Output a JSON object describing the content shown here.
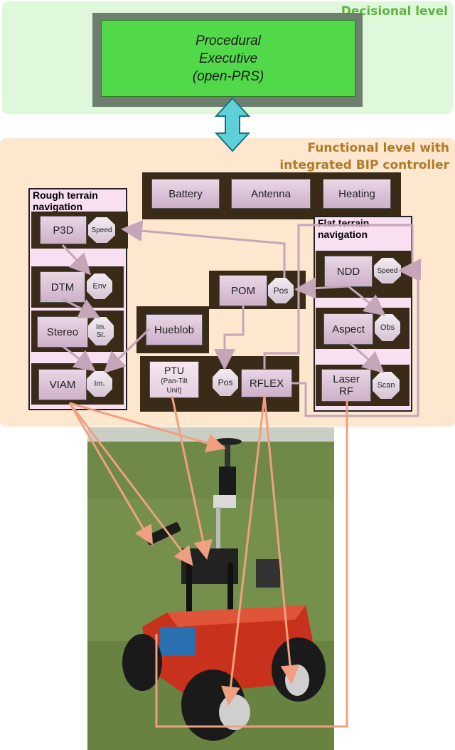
{
  "decisional": {
    "label": "Decisional level",
    "executive": [
      "Procedural",
      "Executive",
      "(open-PRS)"
    ]
  },
  "functional": {
    "label_line1": "Functional level with",
    "label_line2": "integrated BIP controller"
  },
  "top_modules": [
    "Battery",
    "Antenna",
    "Heating"
  ],
  "rough": {
    "title": [
      "Rough terrain",
      "navigation"
    ],
    "p3d": "P3D",
    "speed": "Speed",
    "dtm": "DTM",
    "env": "Env",
    "stereo": "Stereo",
    "imst": [
      "Im.",
      "St."
    ],
    "viam": "VIAM",
    "im": "Im."
  },
  "center": {
    "pom": "POM",
    "pom_pos": "Pos",
    "hueblob": "Hueblob",
    "ptu": [
      "PTU",
      "(Pan-Tilt",
      "Unit)"
    ],
    "rflex_pos": "Pos",
    "rflex": "RFLEX"
  },
  "flat": {
    "title": [
      "Flat terrain",
      "navigation"
    ],
    "ndd": "NDD",
    "speed": "Speed",
    "aspect": "Aspect",
    "obs": "Obs",
    "laser": [
      "Laser",
      "RF"
    ],
    "scan": "Scan"
  },
  "colors": {
    "decisional_band": "#dff7da",
    "functional_band": "#fde7cf",
    "decisional_text": "#5cb53a",
    "functional_text": "#b07a28",
    "executive_fill": "#52d94a",
    "connector": "#f0a080",
    "arrow_gray": "#c4a6b8"
  }
}
